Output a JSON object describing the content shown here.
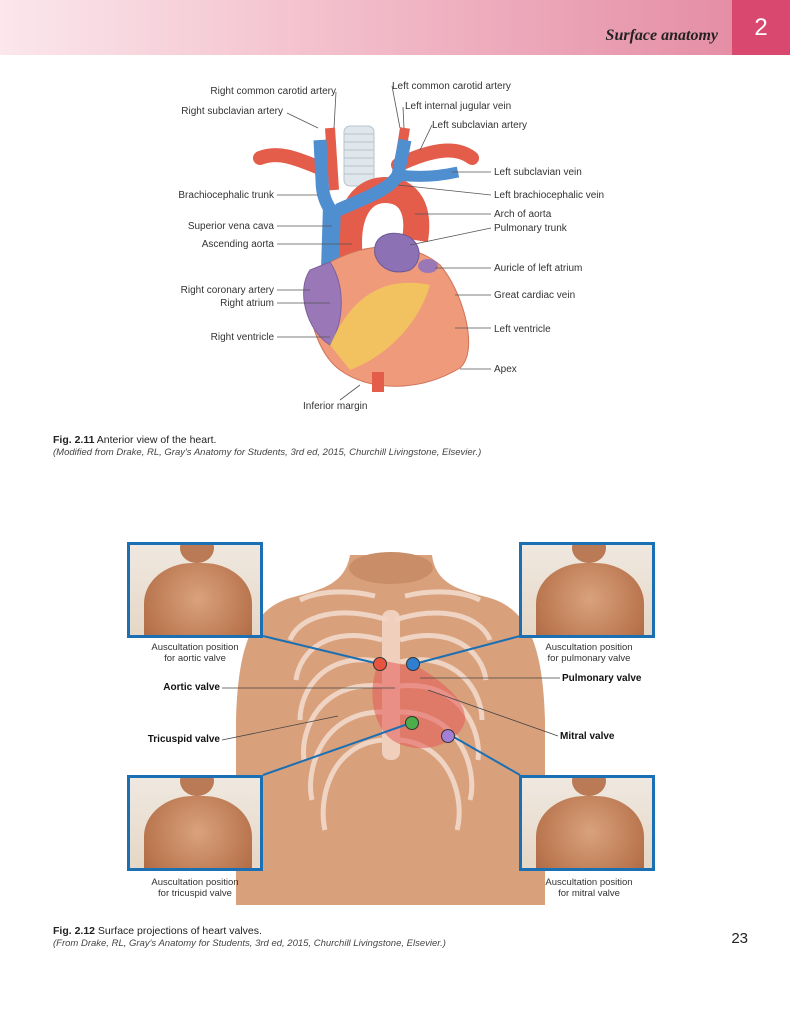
{
  "header": {
    "title": "Surface anatomy",
    "chapter_number": "2",
    "colors": {
      "band_start": "#fbe7ec",
      "band_end": "#e58ea6",
      "chapter_box": "#d9486f"
    }
  },
  "figure_2_11": {
    "labels_left": [
      "Right common carotid artery",
      "Right subclavian artery",
      "Brachiocephalic trunk",
      "Superior vena cava",
      "Ascending aorta",
      "Right coronary artery",
      "Right atrium",
      "Right ventricle"
    ],
    "labels_right": [
      "Left common carotid artery",
      "Left internal jugular vein",
      "Left subclavian artery",
      "Left subclavian vein",
      "Left brachiocephalic vein",
      "Arch of aorta",
      "Pulmonary trunk",
      "Auricle of left atrium",
      "Great cardiac vein",
      "Left ventricle",
      "Apex"
    ],
    "label_bottom": "Inferior margin",
    "caption_num": "Fig. 2.11",
    "caption_text": " Anterior view of the heart.",
    "caption_source": "(Modified from Drake, RL, Gray's Anatomy for Students, 3rd ed, 2015, Churchill Livingstone, Elsevier.)"
  },
  "figure_2_12": {
    "photo_captions": {
      "aortic": [
        "Auscultation position",
        "for aortic valve"
      ],
      "pulmonary": [
        "Auscultation position",
        "for pulmonary valve"
      ],
      "tricuspid": [
        "Auscultation position",
        "for tricuspid valve"
      ],
      "mitral": [
        "Auscultation position",
        "for mitral valve"
      ]
    },
    "valve_labels": {
      "aortic": "Aortic valve",
      "pulmonary": "Pulmonary valve",
      "tricuspid": "Tricuspid valve",
      "mitral": "Mitral valve"
    },
    "valve_colors": {
      "aortic": "#e8553f",
      "pulmonary": "#2f7fd0",
      "tricuspid": "#4cad4a",
      "mitral": "#a37fd6"
    },
    "frame_color": "#1b6fb3",
    "caption_num": "Fig. 2.12",
    "caption_text": " Surface projections of heart valves.",
    "caption_source": "(From Drake, RL, Gray's Anatomy for Students, 3rd ed, 2015, Churchill Livingstone, Elsevier.)"
  },
  "page_number": "23"
}
